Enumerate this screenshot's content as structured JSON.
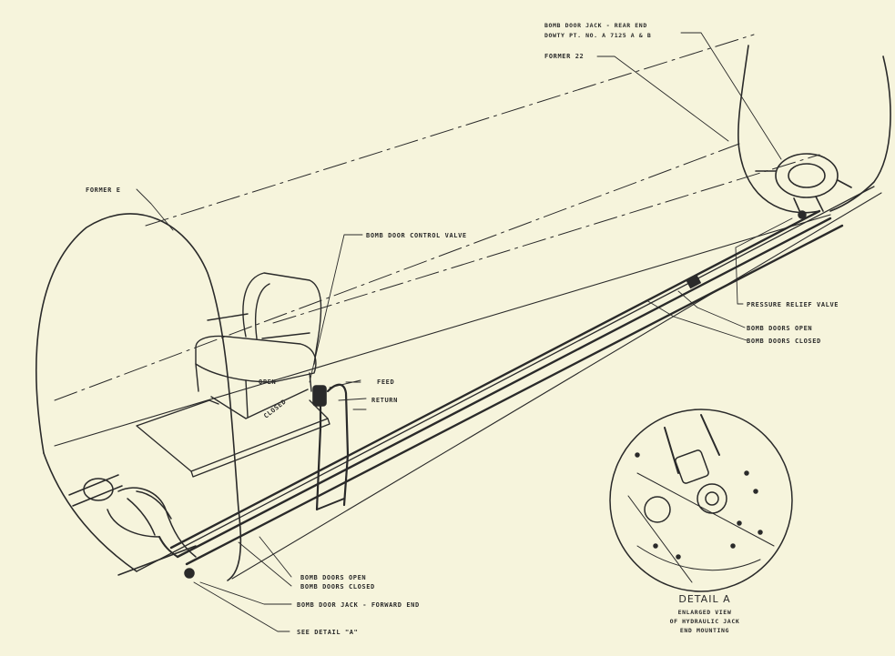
{
  "labels": {
    "jack_rear_line1": "BOMB DOOR JACK - REAR END",
    "jack_rear_line2": "DOWTY PT. NO. A 7125 A & B",
    "former_22": "FORMER 22",
    "former_e": "FORMER E",
    "control_valve": "BOMB DOOR CONTROL VALVE",
    "pressure_relief": "PRESSURE RELIEF VALVE",
    "doors_open_right": "BOMB DOORS OPEN",
    "doors_closed_right": "BOMB DOORS CLOSED",
    "valve_open": "OPEN",
    "valve_closed": "CLOSED",
    "feed": "FEED",
    "return": "RETURN",
    "doors_open_bottom": "BOMB DOORS OPEN",
    "doors_closed_bottom": "BOMB DOORS CLOSED",
    "jack_forward": "BOMB DOOR JACK - FORWARD END",
    "see_detail": "SEE DETAIL \"A\""
  },
  "detail": {
    "title": "DETAIL A",
    "caption_line1": "ENLARGED VIEW",
    "caption_line2": "OF HYDRAULIC JACK",
    "caption_line3": "END MOUNTING"
  }
}
